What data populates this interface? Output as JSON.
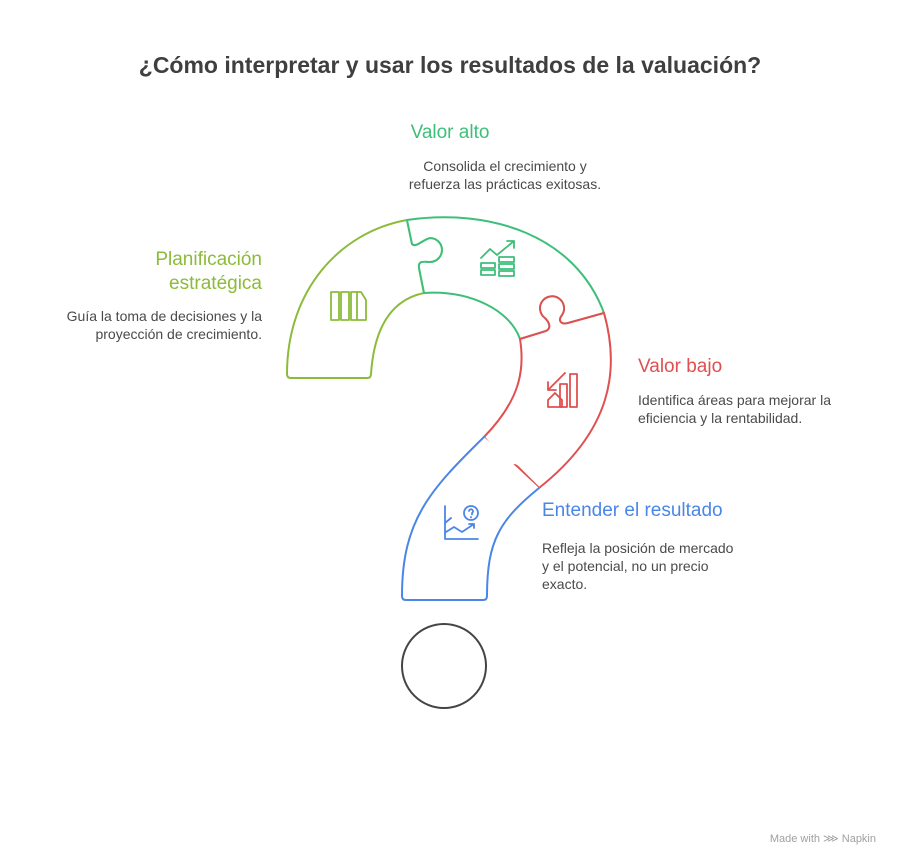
{
  "title": "¿Cómo interpretar y usar los resultados de la valuación?",
  "sections": {
    "alto": {
      "heading": "Valor alto",
      "text1": "Consolida el crecimiento y",
      "text2": "refuerza las prácticas exitosas.",
      "color": "#3dbf7a"
    },
    "planificacion": {
      "heading1": "Planificación",
      "heading2": "estratégica",
      "text1": "Guía la toma de decisiones y la",
      "text2": "proyección de crecimiento.",
      "color": "#8cbb3a"
    },
    "bajo": {
      "heading": "Valor bajo",
      "text1": "Identifica áreas para mejorar la",
      "text2": "eficiencia y la rentabilidad.",
      "color": "#e05050"
    },
    "entender": {
      "heading": "Entender el resultado",
      "text1": "Refleja la posición de mercado",
      "text2": "y el potencial, no un precio",
      "text3": "exacto.",
      "color": "#4a86e8"
    }
  },
  "footer": "Made with ⋙ Napkin"
}
